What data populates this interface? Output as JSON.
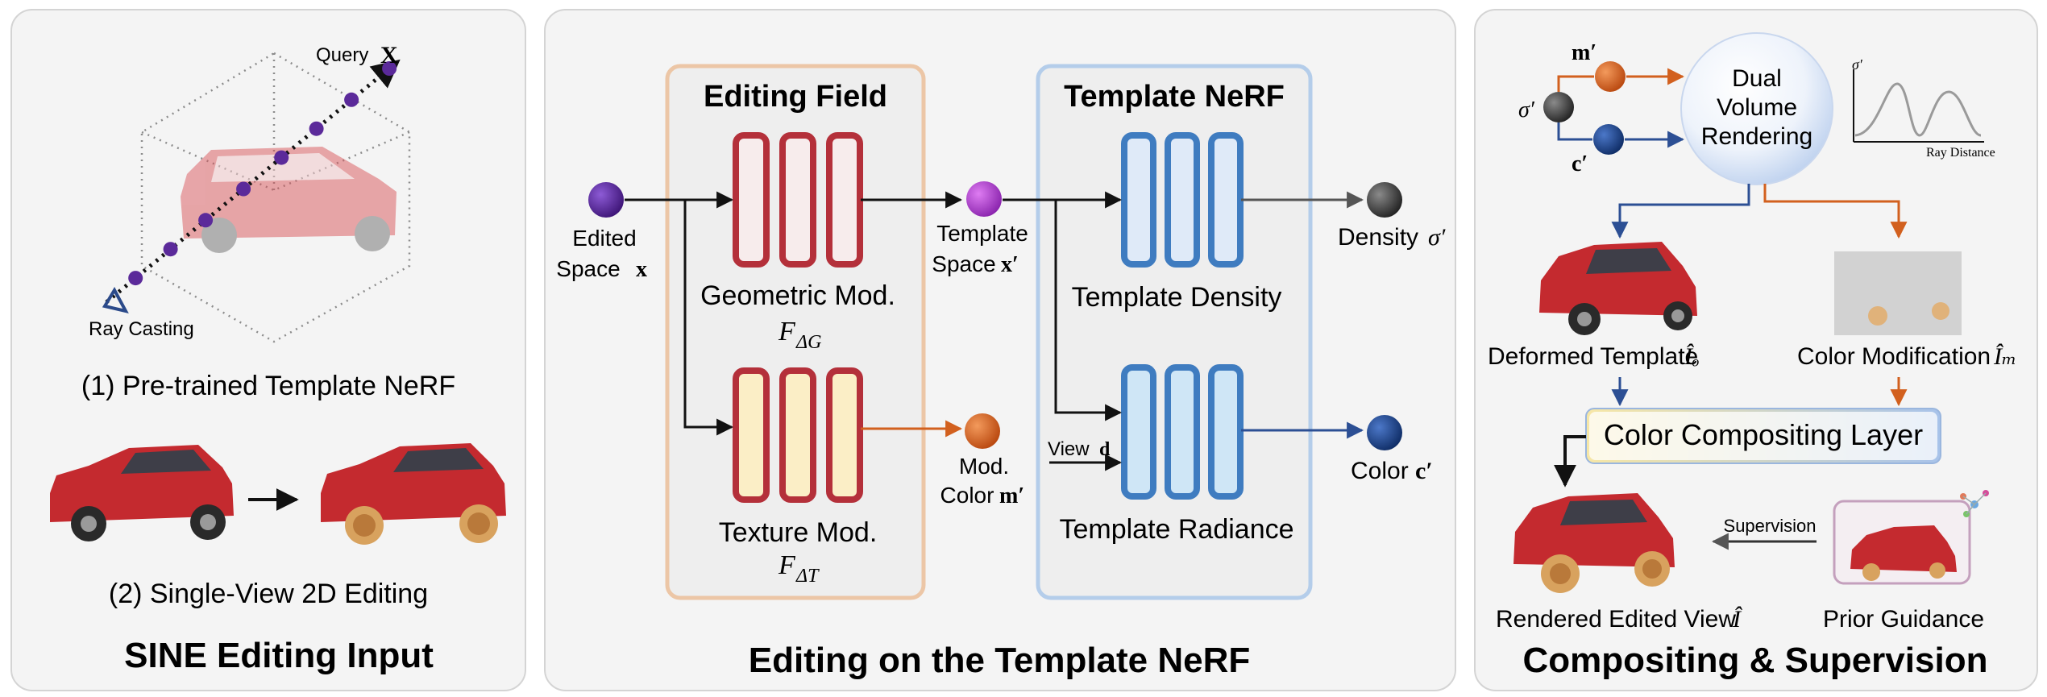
{
  "panels": {
    "input": {
      "title": "SINE Editing Input",
      "query_label": "Query",
      "query_symbol": "X",
      "ray_label": "Ray Casting",
      "step1": "(1) Pre-trained Template NeRF",
      "step2": "(2) Single-View 2D Editing"
    },
    "editing": {
      "title": "Editing on the Template NeRF",
      "editing_field": "Editing Field",
      "template_nerf": "Template NeRF",
      "edited_space_line1": "Edited",
      "edited_space_line2": "Space",
      "edited_space_symbol": "x",
      "geometric_mod": "Geometric Mod.",
      "geometric_symbol": "F",
      "geometric_sub": "ΔG",
      "texture_mod": "Texture Mod.",
      "texture_symbol": "F",
      "texture_sub": "ΔT",
      "template_space_line1": "Template",
      "template_space_line2": "Space",
      "template_space_symbol": "x′",
      "mod_color_line1": "Mod.",
      "mod_color_line2": "Color",
      "mod_color_symbol": "m′",
      "template_density": "Template Density",
      "template_radiance": "Template Radiance",
      "view_label": "View",
      "view_symbol": "d",
      "density_label": "Density",
      "density_symbol": "σ′",
      "color_label": "Color",
      "color_symbol": "c′"
    },
    "compositing": {
      "title": "Compositing & Supervision",
      "m_prime": "m′",
      "sigma_prime": "σ′",
      "c_prime": "c′",
      "dual_line1": "Dual",
      "dual_line2": "Volume",
      "dual_line3": "Rendering",
      "plot_y_label": "σ′",
      "plot_x_label": "Ray Distance",
      "deformed_template": "Deformed Template",
      "deformed_symbol": "Îₒ",
      "color_modification": "Color Modification",
      "color_mod_symbol": "Îₘ",
      "compositing_layer": "Color Compositing Layer",
      "supervision": "Supervision",
      "rendered_view": "Rendered Edited View",
      "rendered_symbol": "Î",
      "prior_guidance": "Prior Guidance"
    }
  },
  "colors": {
    "purple": "#5b2a9a",
    "violet": "#a23dc9",
    "orange": "#d2601e",
    "navy": "#1f3d7a",
    "dark": "#333333",
    "red_block": "#b4303a",
    "blue_block": "#3f7cc0",
    "car_red": "#c42a2f"
  }
}
